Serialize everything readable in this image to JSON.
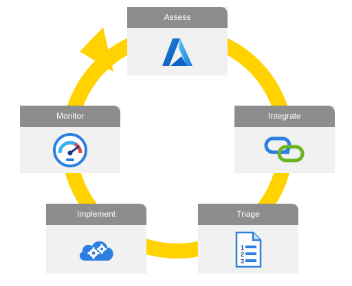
{
  "diagram": {
    "ring_color": "#FFD200",
    "header_color": "#8D8D8D",
    "card_color": "#F1F1F1",
    "stages": [
      {
        "id": "assess",
        "label": "Assess",
        "icon": "azure-logo-icon"
      },
      {
        "id": "integrate",
        "label": "Integrate",
        "icon": "chain-link-icon"
      },
      {
        "id": "triage",
        "label": "Triage",
        "icon": "numbered-document-icon"
      },
      {
        "id": "implement",
        "label": "Implement",
        "icon": "cloud-gears-icon"
      },
      {
        "id": "monitor",
        "label": "Monitor",
        "icon": "speedometer-gauge-icon"
      }
    ]
  }
}
